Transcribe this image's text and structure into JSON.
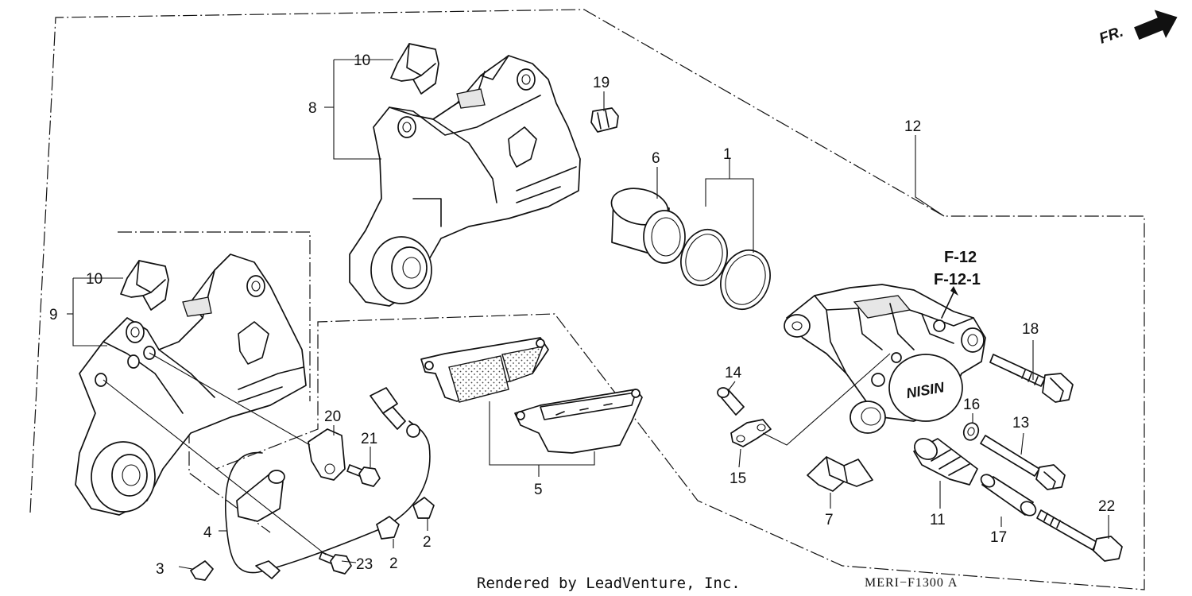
{
  "header": {
    "direction_label": "FR."
  },
  "references": {
    "ref1": "F-12",
    "ref2": "F-12-1"
  },
  "footer": {
    "credit": "Rendered by LeadVenture, Inc.",
    "code": "MERI−F1300 A"
  },
  "callouts": {
    "c1": "1",
    "c2a": "2",
    "c2b": "2",
    "c3": "3",
    "c4": "4",
    "c5": "5",
    "c6": "6",
    "c7": "7",
    "c8": "8",
    "c9": "9",
    "c10a": "10",
    "c10b": "10",
    "c11": "11",
    "c12": "12",
    "c13": "13",
    "c14": "14",
    "c15": "15",
    "c16": "16",
    "c17": "17",
    "c18": "18",
    "c19": "19",
    "c20": "20",
    "c21": "21",
    "c22": "22",
    "c23": "23"
  },
  "icons": {
    "direction_arrow": "arrow-right-icon",
    "caliper_logo": "nissin-logo-icon"
  }
}
